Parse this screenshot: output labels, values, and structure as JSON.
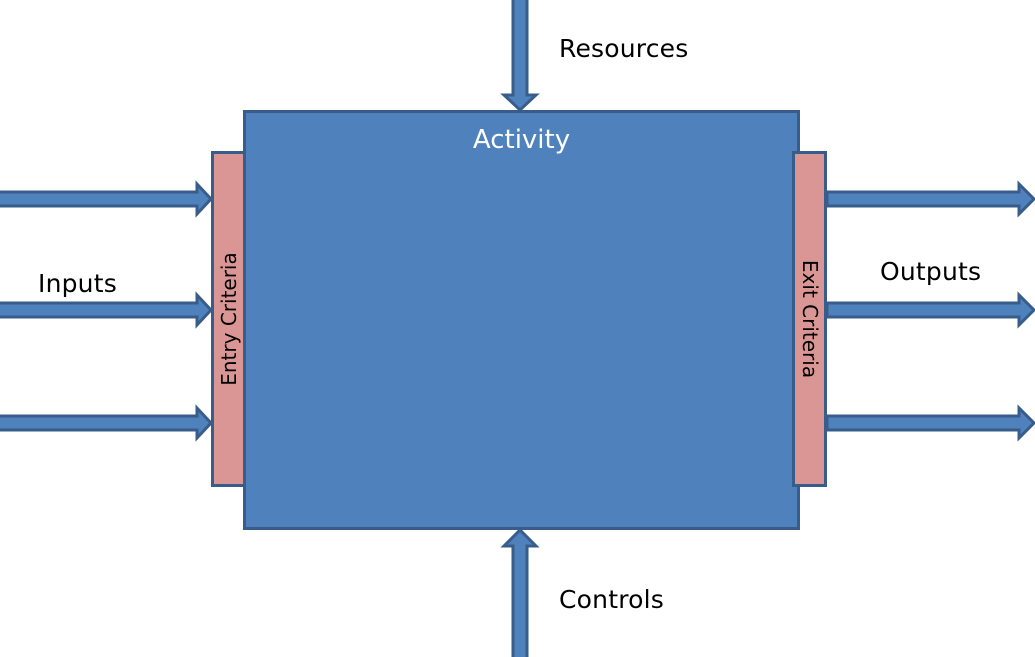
{
  "diagram": {
    "title": "Activity",
    "entry_criteria": "Entry Criteria",
    "exit_criteria": "Exit Criteria",
    "labels": {
      "resources": "Resources",
      "inputs": "Inputs",
      "outputs": "Outputs",
      "controls": "Controls"
    },
    "arrows": {
      "inputs_count": 3,
      "outputs_count": 3,
      "resources_count": 1,
      "controls_count": 1
    },
    "colors": {
      "activity_fill": "#4F81BD",
      "border": "#385D8A",
      "criteria_fill": "#D99694",
      "activity_text": "#FFFFFF",
      "label_text": "#000000"
    }
  }
}
